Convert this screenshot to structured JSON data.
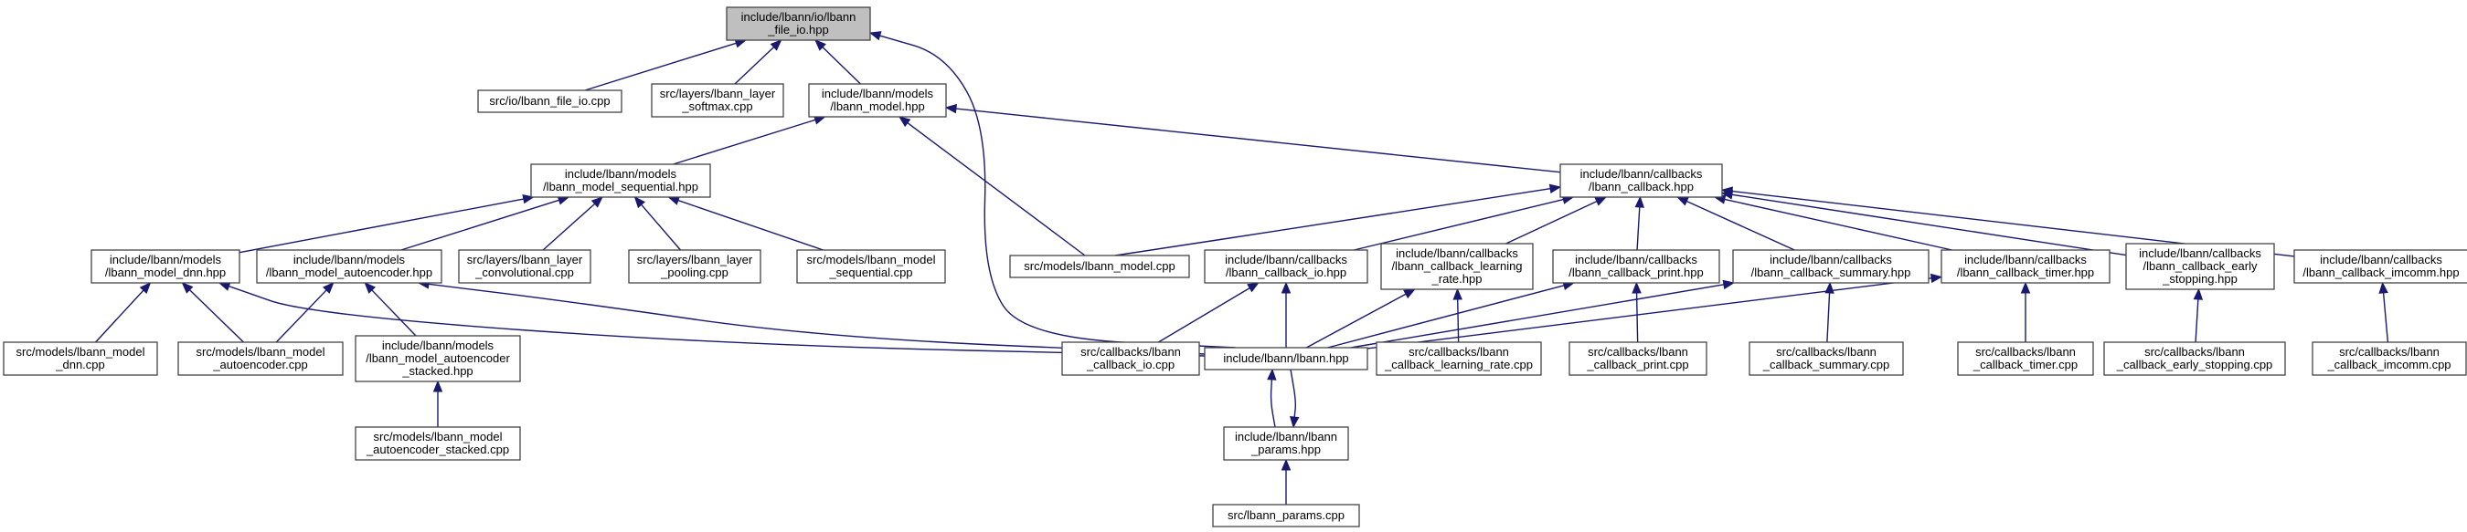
{
  "diagram": {
    "type": "include-dependency-graph",
    "colors": {
      "edge": "#191970",
      "node_fill": "#ffffff",
      "root_fill": "#bfbfbf",
      "node_border": "#444444"
    },
    "nodes": [
      {
        "id": "root",
        "lines": [
          "include/lbann/io/lbann",
          "_file_io.hpp"
        ],
        "root": true
      },
      {
        "id": "file_io_cpp",
        "lines": [
          "src/io/lbann_file_io.cpp"
        ]
      },
      {
        "id": "layer_softmax_cpp",
        "lines": [
          "src/layers/lbann_layer",
          "_softmax.cpp"
        ]
      },
      {
        "id": "model_hpp",
        "lines": [
          "include/lbann/models",
          "/lbann_model.hpp"
        ]
      },
      {
        "id": "model_sequential_hpp",
        "lines": [
          "include/lbann/models",
          "/lbann_model_sequential.hpp"
        ]
      },
      {
        "id": "callback_hpp",
        "lines": [
          "include/lbann/callbacks",
          "/lbann_callback.hpp"
        ]
      },
      {
        "id": "model_dnn_hpp",
        "lines": [
          "include/lbann/models",
          "/lbann_model_dnn.hpp"
        ]
      },
      {
        "id": "model_autoencoder_hpp",
        "lines": [
          "include/lbann/models",
          "/lbann_model_autoencoder.hpp"
        ]
      },
      {
        "id": "layer_convolutional_cpp",
        "lines": [
          "src/layers/lbann_layer",
          "_convolutional.cpp"
        ]
      },
      {
        "id": "layer_pooling_cpp",
        "lines": [
          "src/layers/lbann_layer",
          "_pooling.cpp"
        ]
      },
      {
        "id": "model_sequential_cpp",
        "lines": [
          "src/models/lbann_model",
          "_sequential.cpp"
        ]
      },
      {
        "id": "model_cpp",
        "lines": [
          "src/models/lbann_model.cpp"
        ]
      },
      {
        "id": "callback_io_hpp",
        "lines": [
          "include/lbann/callbacks",
          "/lbann_callback_io.hpp"
        ]
      },
      {
        "id": "callback_learning_rate_hpp",
        "lines": [
          "include/lbann/callbacks",
          "/lbann_callback_learning",
          "_rate.hpp"
        ]
      },
      {
        "id": "callback_print_hpp",
        "lines": [
          "include/lbann/callbacks",
          "/lbann_callback_print.hpp"
        ]
      },
      {
        "id": "callback_summary_hpp",
        "lines": [
          "include/lbann/callbacks",
          "/lbann_callback_summary.hpp"
        ]
      },
      {
        "id": "callback_timer_hpp",
        "lines": [
          "include/lbann/callbacks",
          "/lbann_callback_timer.hpp"
        ]
      },
      {
        "id": "callback_early_stopping_hpp",
        "lines": [
          "include/lbann/callbacks",
          "/lbann_callback_early",
          "_stopping.hpp"
        ]
      },
      {
        "id": "callback_imcomm_hpp",
        "lines": [
          "include/lbann/callbacks",
          "/lbann_callback_imcomm.hpp"
        ]
      },
      {
        "id": "model_dnn_cpp",
        "lines": [
          "src/models/lbann_model",
          "_dnn.cpp"
        ]
      },
      {
        "id": "model_autoencoder_cpp",
        "lines": [
          "src/models/lbann_model",
          "_autoencoder.cpp"
        ]
      },
      {
        "id": "model_autoencoder_stacked_hpp",
        "lines": [
          "include/lbann/models",
          "/lbann_model_autoencoder",
          "_stacked.hpp"
        ]
      },
      {
        "id": "callback_io_cpp",
        "lines": [
          "src/callbacks/lbann",
          "_callback_io.cpp"
        ]
      },
      {
        "id": "lbann_hpp",
        "lines": [
          "include/lbann/lbann.hpp"
        ]
      },
      {
        "id": "callback_learning_rate_cpp",
        "lines": [
          "src/callbacks/lbann",
          "_callback_learning_rate.cpp"
        ]
      },
      {
        "id": "callback_print_cpp",
        "lines": [
          "src/callbacks/lbann",
          "_callback_print.cpp"
        ]
      },
      {
        "id": "callback_summary_cpp",
        "lines": [
          "src/callbacks/lbann",
          "_callback_summary.cpp"
        ]
      },
      {
        "id": "callback_timer_cpp",
        "lines": [
          "src/callbacks/lbann",
          "_callback_timer.cpp"
        ]
      },
      {
        "id": "callback_early_stopping_cpp",
        "lines": [
          "src/callbacks/lbann",
          "_callback_early_stopping.cpp"
        ]
      },
      {
        "id": "callback_imcomm_cpp",
        "lines": [
          "src/callbacks/lbann",
          "_callback_imcomm.cpp"
        ]
      },
      {
        "id": "model_autoencoder_stacked_cpp",
        "lines": [
          "src/models/lbann_model",
          "_autoencoder_stacked.cpp"
        ]
      },
      {
        "id": "params_hpp",
        "lines": [
          "include/lbann/lbann",
          "_params.hpp"
        ]
      },
      {
        "id": "params_cpp",
        "lines": [
          "src/lbann_params.cpp"
        ]
      }
    ],
    "edges": [
      {
        "from": "file_io_cpp",
        "to": "root"
      },
      {
        "from": "layer_softmax_cpp",
        "to": "root"
      },
      {
        "from": "model_hpp",
        "to": "root"
      },
      {
        "from": "lbann_hpp",
        "to": "root"
      },
      {
        "from": "model_sequential_hpp",
        "to": "model_hpp"
      },
      {
        "from": "model_cpp",
        "to": "model_hpp"
      },
      {
        "from": "callback_hpp",
        "to": "model_hpp"
      },
      {
        "from": "model_dnn_hpp",
        "to": "model_sequential_hpp"
      },
      {
        "from": "model_autoencoder_hpp",
        "to": "model_sequential_hpp"
      },
      {
        "from": "layer_convolutional_cpp",
        "to": "model_sequential_hpp"
      },
      {
        "from": "layer_pooling_cpp",
        "to": "model_sequential_hpp"
      },
      {
        "from": "model_sequential_cpp",
        "to": "model_sequential_hpp"
      },
      {
        "from": "model_cpp",
        "to": "callback_hpp"
      },
      {
        "from": "callback_io_hpp",
        "to": "callback_hpp"
      },
      {
        "from": "callback_learning_rate_hpp",
        "to": "callback_hpp"
      },
      {
        "from": "callback_print_hpp",
        "to": "callback_hpp"
      },
      {
        "from": "callback_summary_hpp",
        "to": "callback_hpp"
      },
      {
        "from": "callback_timer_hpp",
        "to": "callback_hpp"
      },
      {
        "from": "callback_early_stopping_hpp",
        "to": "callback_hpp"
      },
      {
        "from": "callback_imcomm_hpp",
        "to": "callback_hpp"
      },
      {
        "from": "model_dnn_cpp",
        "to": "model_dnn_hpp"
      },
      {
        "from": "model_autoencoder_cpp",
        "to": "model_dnn_hpp"
      },
      {
        "from": "lbann_hpp",
        "to": "model_dnn_hpp"
      },
      {
        "from": "model_autoencoder_cpp",
        "to": "model_autoencoder_hpp"
      },
      {
        "from": "model_autoencoder_stacked_hpp",
        "to": "model_autoencoder_hpp"
      },
      {
        "from": "lbann_hpp",
        "to": "model_autoencoder_hpp"
      },
      {
        "from": "model_autoencoder_stacked_cpp",
        "to": "model_autoencoder_stacked_hpp"
      },
      {
        "from": "callback_io_cpp",
        "to": "callback_io_hpp"
      },
      {
        "from": "lbann_hpp",
        "to": "callback_io_hpp"
      },
      {
        "from": "lbann_hpp",
        "to": "callback_learning_rate_hpp"
      },
      {
        "from": "callback_learning_rate_cpp",
        "to": "callback_learning_rate_hpp"
      },
      {
        "from": "lbann_hpp",
        "to": "callback_print_hpp"
      },
      {
        "from": "callback_print_cpp",
        "to": "callback_print_hpp"
      },
      {
        "from": "lbann_hpp",
        "to": "callback_summary_hpp"
      },
      {
        "from": "callback_summary_cpp",
        "to": "callback_summary_hpp"
      },
      {
        "from": "lbann_hpp",
        "to": "callback_timer_hpp"
      },
      {
        "from": "callback_timer_cpp",
        "to": "callback_timer_hpp"
      },
      {
        "from": "callback_early_stopping_cpp",
        "to": "callback_early_stopping_hpp"
      },
      {
        "from": "callback_imcomm_cpp",
        "to": "callback_imcomm_hpp"
      },
      {
        "from": "params_hpp",
        "to": "lbann_hpp"
      },
      {
        "from": "lbann_hpp",
        "to": "params_hpp"
      },
      {
        "from": "params_cpp",
        "to": "params_hpp"
      }
    ]
  }
}
